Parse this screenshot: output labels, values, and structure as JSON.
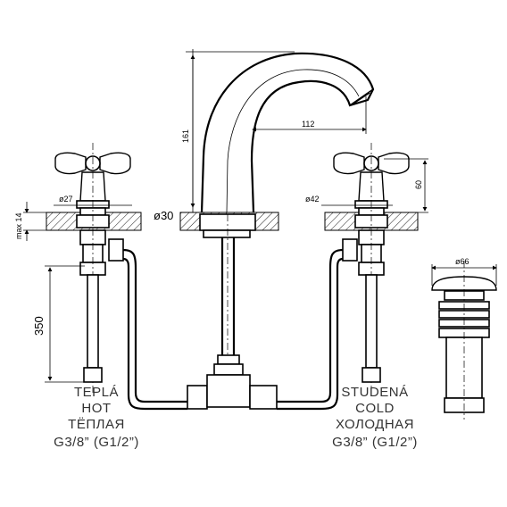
{
  "dimensions": {
    "spout_height": "161",
    "spout_reach": "112",
    "deck_hole_center": "ø30",
    "handle_base_left": "ø27",
    "handle_base_right": "ø42",
    "handle_height": "60",
    "max_thickness": "max 14",
    "hose_length": "350",
    "drain_diameter": "ø66"
  },
  "labels": {
    "hot": [
      "TEPLÁ",
      "HOT",
      "ТЁПЛАЯ",
      "G3/8”  (G1/2”)"
    ],
    "cold": [
      "STUDENÁ",
      "COLD",
      "ХОЛОДНАЯ",
      "G3/8”  (G1/2”)"
    ]
  }
}
